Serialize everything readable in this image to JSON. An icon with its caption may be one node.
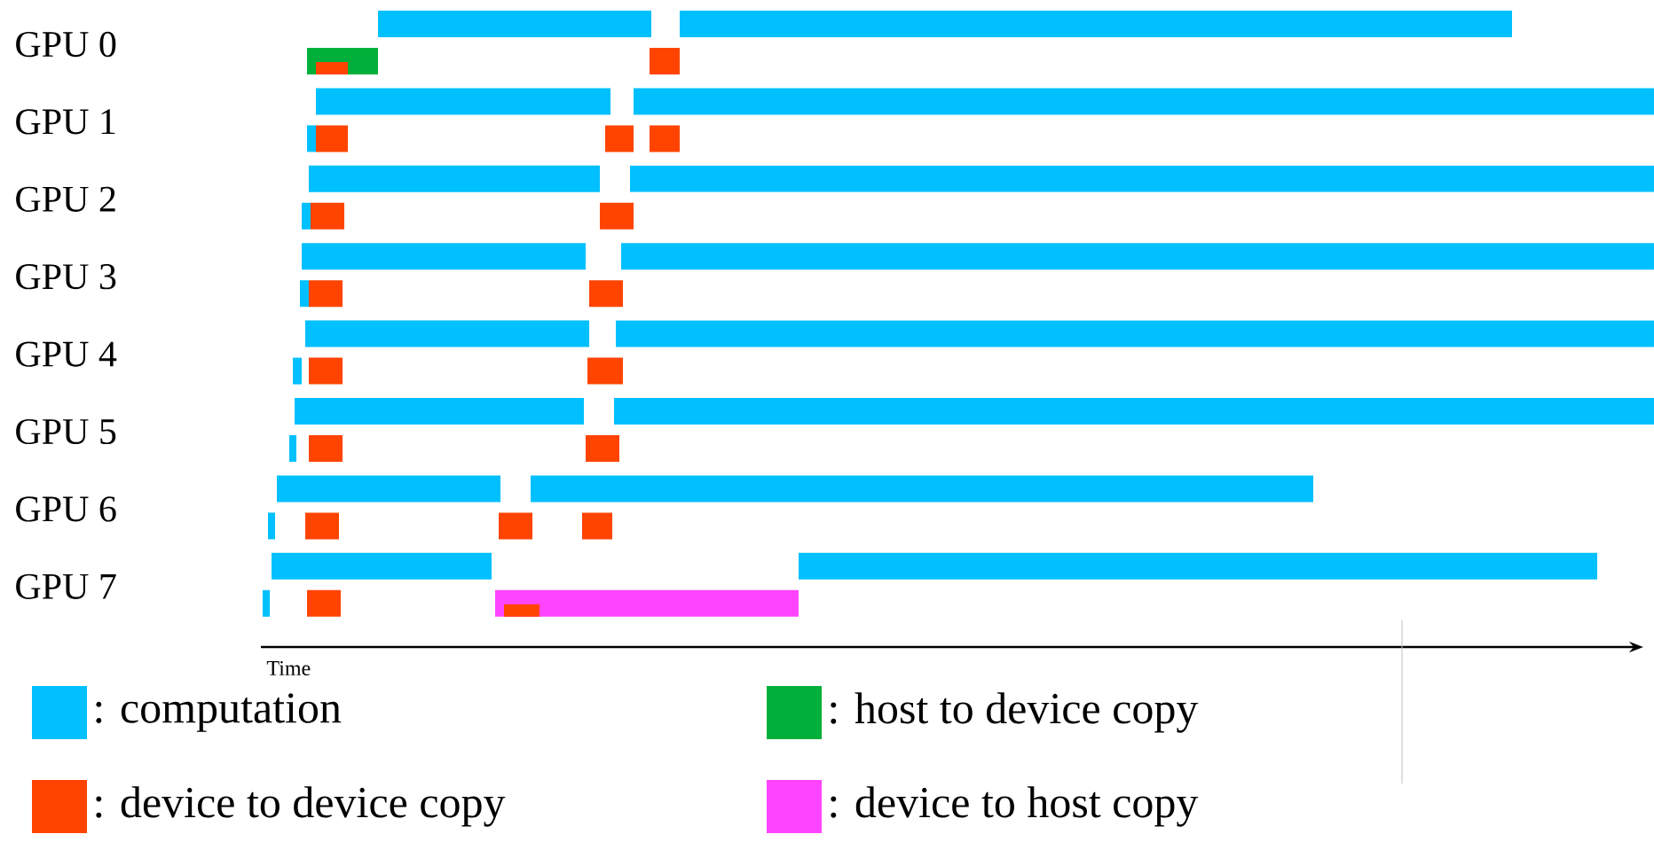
{
  "diagram": {
    "labels": [
      "GPU 0",
      "GPU 1",
      "GPU 2",
      "GPU 3",
      "GPU 4",
      "GPU 5",
      "GPU 6",
      "GPU 7",
      "Time"
    ],
    "legend": [
      {
        "text": ": computation",
        "color": "#00c0ff"
      },
      {
        "text": ": host to device copy",
        "color": "#00b03a"
      },
      {
        "text": ": device to device copy",
        "color": "#ff4400"
      },
      {
        "text": ": device to host copy",
        "color": "#ff44ff"
      }
    ]
  }
}
